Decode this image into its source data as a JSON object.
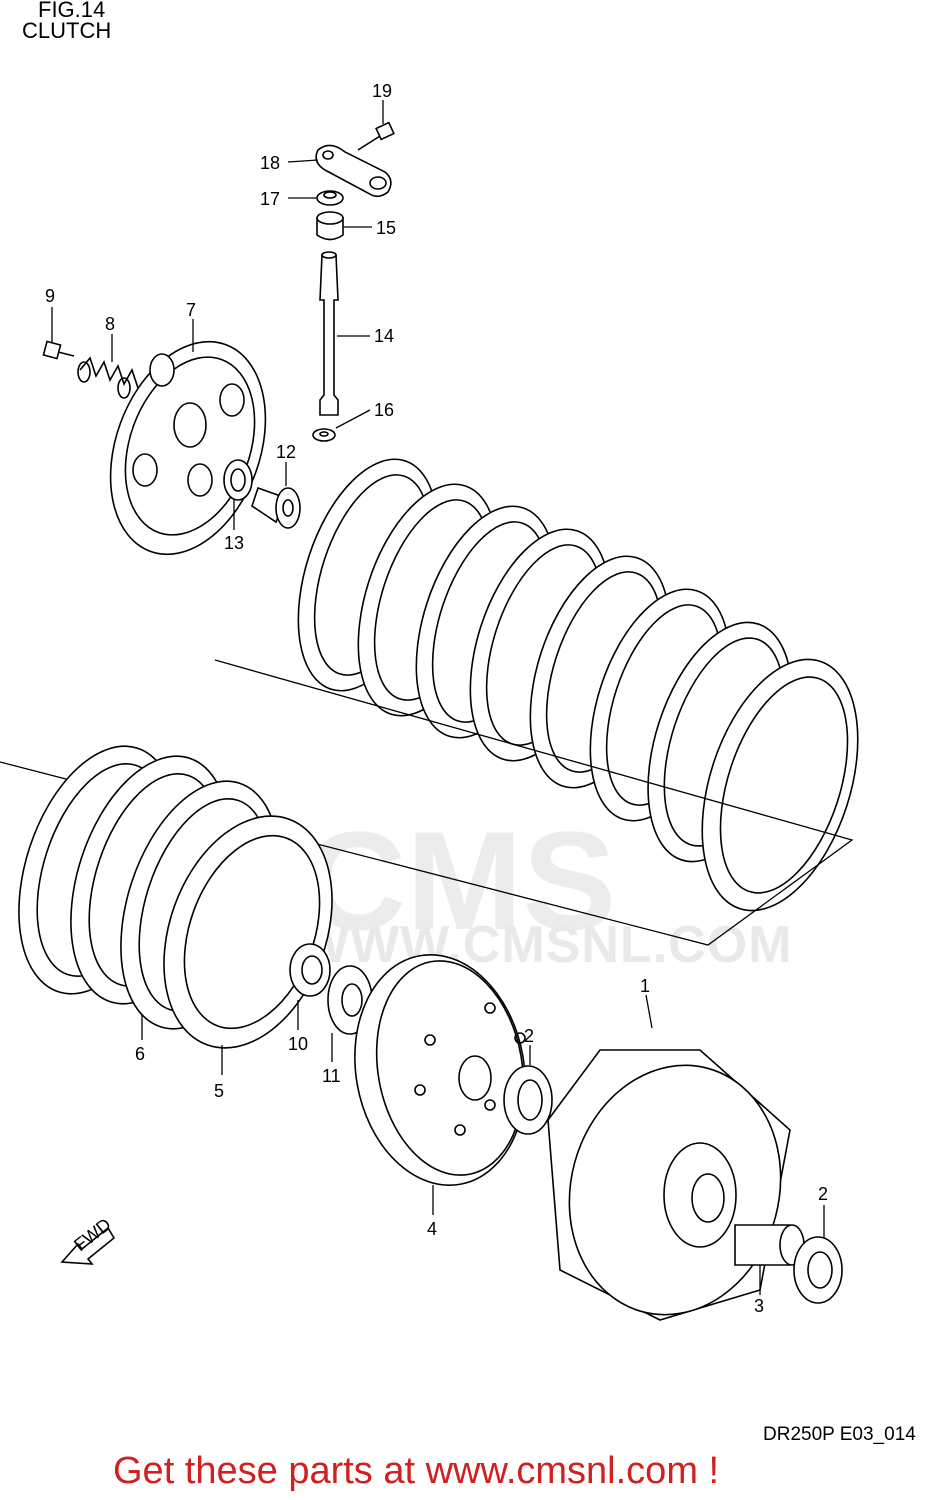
{
  "header": {
    "figure_title": "FIG.14",
    "subtitle": "CLUTCH"
  },
  "watermark": {
    "logo_text": "CMS",
    "url_text": "WWW.CMSNL.COM"
  },
  "fwd_label": "FWD",
  "part_labels": {
    "p1": "1",
    "p2a": "2",
    "p2b": "2",
    "p3": "3",
    "p4": "4",
    "p5": "5",
    "p6": "6",
    "p7": "7",
    "p8": "8",
    "p9": "9",
    "p10": "10",
    "p11": "11",
    "p12": "12",
    "p13": "13",
    "p14": "14",
    "p15": "15",
    "p16": "16",
    "p17": "17",
    "p18": "18",
    "p19": "19"
  },
  "footer": {
    "diagram_code": "DR250P E03_014",
    "banner": "Get these parts at www.cmsnl.com !"
  },
  "colors": {
    "banner": "#d21f1f",
    "lines": "#000000",
    "watermark": "#e9e9e9"
  }
}
